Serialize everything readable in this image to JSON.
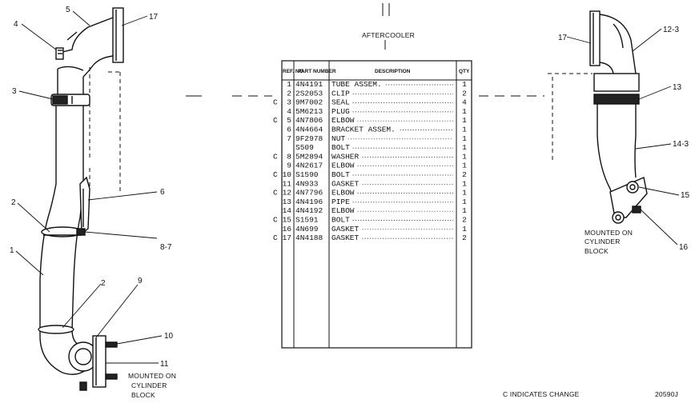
{
  "title": "AFTERCOOLER",
  "table": {
    "headers": {
      "ref_no": "REF. NO.",
      "part_number": "PART NUMBER",
      "description": "DESCRIPTION",
      "qty": "QTY"
    },
    "rows": [
      {
        "c": "",
        "ref": "1",
        "part": "4N4191",
        "desc": "TUBE ASSEM.",
        "qty": "1"
      },
      {
        "c": "",
        "ref": "2",
        "part": "2S2053",
        "desc": "CLIP",
        "qty": "2"
      },
      {
        "c": "C",
        "ref": "3",
        "part": "9M7002",
        "desc": "SEAL",
        "qty": "4"
      },
      {
        "c": "",
        "ref": "4",
        "part": "5M6213",
        "desc": "PLUG",
        "qty": "1"
      },
      {
        "c": "C",
        "ref": "5",
        "part": "4N7806",
        "desc": "ELBOW",
        "qty": "1"
      },
      {
        "c": "",
        "ref": "6",
        "part": "4N4664",
        "desc": "BRACKET ASSEM.",
        "qty": "1"
      },
      {
        "c": "",
        "ref": "7",
        "part": "9F2978",
        "desc": "NUT",
        "qty": "1"
      },
      {
        "c": "",
        "ref": "",
        "part": "S509",
        "desc": "BOLT",
        "qty": "1"
      },
      {
        "c": "C",
        "ref": "8",
        "part": "5M2894",
        "desc": "WASHER",
        "qty": "1"
      },
      {
        "c": "",
        "ref": "9",
        "part": "4N2617",
        "desc": "ELBOW",
        "qty": "1"
      },
      {
        "c": "C",
        "ref": "10",
        "part": "S1590",
        "desc": "BOLT",
        "qty": "2"
      },
      {
        "c": "",
        "ref": "11",
        "part": "4N933",
        "desc": "GASKET",
        "qty": "1"
      },
      {
        "c": "C",
        "ref": "12",
        "part": "4N7796",
        "desc": "ELBOW",
        "qty": "1"
      },
      {
        "c": "",
        "ref": "13",
        "part": "4N4196",
        "desc": "PIPE",
        "qty": "1"
      },
      {
        "c": "",
        "ref": "14",
        "part": "4N4192",
        "desc": "ELBOW",
        "qty": "1"
      },
      {
        "c": "C",
        "ref": "15",
        "part": "S1591",
        "desc": "BOLT",
        "qty": "2"
      },
      {
        "c": "",
        "ref": "16",
        "part": "4N699",
        "desc": "GASKET",
        "qty": "1"
      },
      {
        "c": "C",
        "ref": "17",
        "part": "4N4188",
        "desc": "GASKET",
        "qty": "2"
      }
    ]
  },
  "left_callouts": {
    "c1": "1",
    "c2a": "2",
    "c2b": "2",
    "c3": "3",
    "c4": "4",
    "c5": "5",
    "c6": "6",
    "c87": "8-7",
    "c9": "9",
    "c10": "10",
    "c11": "11",
    "c17": "17"
  },
  "right_callouts": {
    "c17": "17",
    "c123": "12-3",
    "c13": "13",
    "c143": "14-3",
    "c15": "15",
    "c16": "16"
  },
  "left_mount_note": [
    "MOUNTED ON",
    "CYLINDER",
    "BLOCK"
  ],
  "right_mount_note": [
    "MOUNTED ON",
    "CYLINDER",
    "BLOCK"
  ],
  "footer": {
    "change_note": "C INDICATES CHANGE",
    "drawing_id": "20590J"
  }
}
